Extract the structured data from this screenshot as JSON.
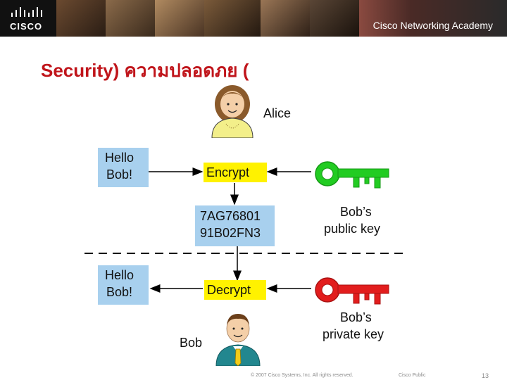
{
  "header": {
    "logo_text": "CISCO",
    "academy_text": "Cisco Networking Academy"
  },
  "title": "Security) ความปลอดภย (",
  "diagram": {
    "alice_label": "Alice",
    "bob_label": "Bob",
    "hello_top": [
      "Hello",
      "Bob!"
    ],
    "hello_bottom": [
      "Hello",
      "Bob!"
    ],
    "encrypt_label": "Encrypt",
    "decrypt_label": "Decrypt",
    "cipher_lines": [
      "7AG76801",
      "91B02FN3"
    ],
    "public_key_label": [
      "Bob’s",
      "public key"
    ],
    "private_key_label": [
      "Bob’s",
      "private key"
    ],
    "public_key_color": "#22cc22",
    "private_key_color": "#e21d1d"
  },
  "footer": {
    "copyright": "© 2007 Cisco Systems, Inc. All rights reserved.",
    "classification": "Cisco Public",
    "page_number": "13"
  }
}
